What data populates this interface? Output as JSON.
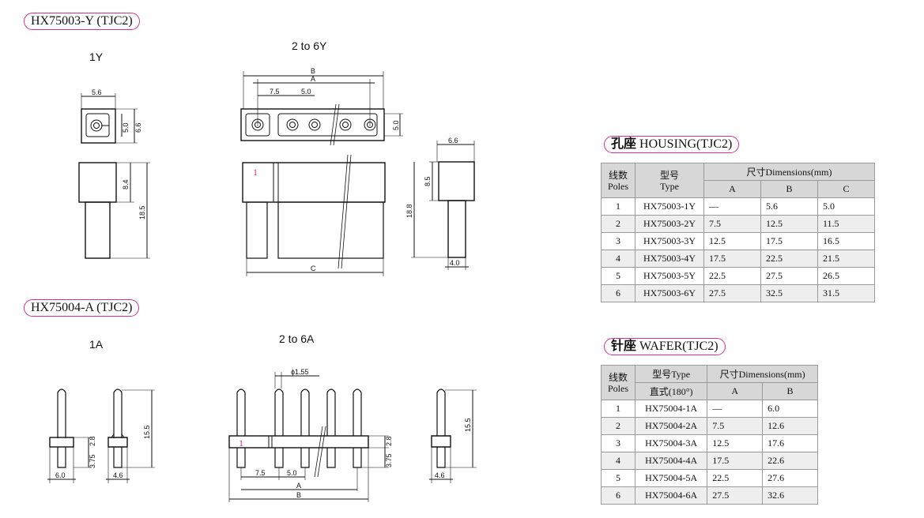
{
  "sections": [
    {
      "title": "HX75003-Y (TJC2)",
      "view_single": "1Y",
      "view_multi": "2 to 6Y"
    },
    {
      "title": "HX75004-A (TJC2)",
      "view_single": "1A",
      "view_multi": "2 to 6A"
    }
  ],
  "dims_y": {
    "d56": "5.6",
    "d50": "5.0",
    "d66": "6.6",
    "d84": "8.4",
    "d185": "18.5",
    "B": "B",
    "A": "A",
    "d75": "7.5",
    "d50b": "5.0",
    "d50c": "5.0",
    "pin1": "1",
    "C": "C",
    "d66b": "6.6",
    "d85": "8.5",
    "d188": "18.8",
    "d40": "4.0"
  },
  "dims_a": {
    "d28": "2.8",
    "d375": "3.75",
    "d60": "6.0",
    "d46": "4.6",
    "d155": "15.5",
    "phi": "ϕ1.55",
    "pin1": "1",
    "d28b": "2.8",
    "d375b": "3.75",
    "d75": "7.5",
    "d50": "5.0",
    "A": "A",
    "B": "B",
    "d155b": "15.5",
    "d46b": "4.6"
  },
  "housing": {
    "title_cn": "孔座",
    "title": "HOUSING(TJC2)",
    "h_poles_cn": "线数",
    "h_poles": "Poles",
    "h_type_cn": "型号",
    "h_type": "Type",
    "h_dims": "尺寸Dimensions(mm)",
    "h_a": "A",
    "h_b": "B",
    "h_c": "C",
    "rows": [
      {
        "poles": "1",
        "type": "HX75003-1Y",
        "a": "—",
        "b": "5.6",
        "c": "5.0"
      },
      {
        "poles": "2",
        "type": "HX75003-2Y",
        "a": "7.5",
        "b": "12.5",
        "c": "11.5"
      },
      {
        "poles": "3",
        "type": "HX75003-3Y",
        "a": "12.5",
        "b": "17.5",
        "c": "16.5"
      },
      {
        "poles": "4",
        "type": "HX75003-4Y",
        "a": "17.5",
        "b": "22.5",
        "c": "21.5"
      },
      {
        "poles": "5",
        "type": "HX75003-5Y",
        "a": "22.5",
        "b": "27.5",
        "c": "26.5"
      },
      {
        "poles": "6",
        "type": "HX75003-6Y",
        "a": "27.5",
        "b": "32.5",
        "c": "31.5"
      }
    ]
  },
  "wafer": {
    "title_cn": "针座",
    "title": "WAFER(TJC2)",
    "h_poles_cn": "线数",
    "h_poles": "Poles",
    "h_type": "型号Type",
    "h_type_sub": "直式(180°)",
    "h_dims": "尺寸Dimensions(mm)",
    "h_a": "A",
    "h_b": "B",
    "rows": [
      {
        "poles": "1",
        "type": "HX75004-1A",
        "a": "—",
        "b": "6.0"
      },
      {
        "poles": "2",
        "type": "HX75004-2A",
        "a": "7.5",
        "b": "12.6"
      },
      {
        "poles": "3",
        "type": "HX75004-3A",
        "a": "12.5",
        "b": "17.6"
      },
      {
        "poles": "4",
        "type": "HX75004-4A",
        "a": "17.5",
        "b": "22.6"
      },
      {
        "poles": "5",
        "type": "HX75004-5A",
        "a": "22.5",
        "b": "27.6"
      },
      {
        "poles": "6",
        "type": "HX75004-6A",
        "a": "27.5",
        "b": "32.6"
      }
    ]
  },
  "colors": {
    "accent": "#d6308e",
    "header_bg": "#d7d7d7"
  }
}
